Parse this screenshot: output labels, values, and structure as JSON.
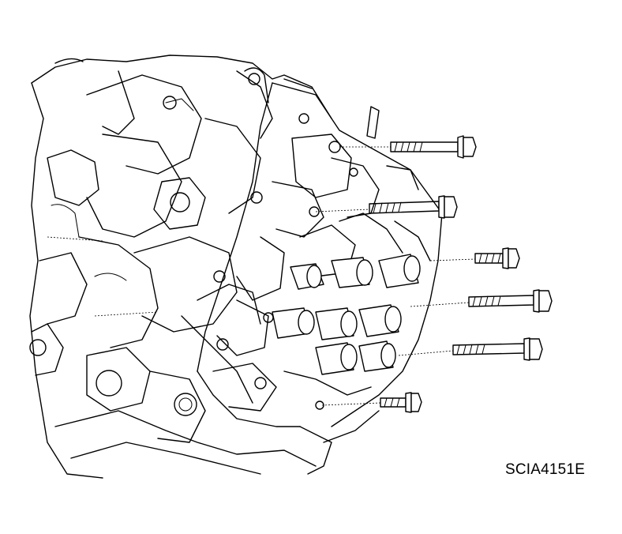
{
  "figure": {
    "code": "SCIA4151E"
  },
  "colors": {
    "ink": "#000000",
    "background": "#ffffff"
  },
  "bolts": [
    {
      "id": "bolt-1",
      "length": "long"
    },
    {
      "id": "bolt-2",
      "length": "long"
    },
    {
      "id": "bolt-3",
      "length": "short"
    },
    {
      "id": "bolt-4",
      "length": "long"
    },
    {
      "id": "bolt-5",
      "length": "long"
    },
    {
      "id": "bolt-6",
      "length": "short"
    }
  ]
}
